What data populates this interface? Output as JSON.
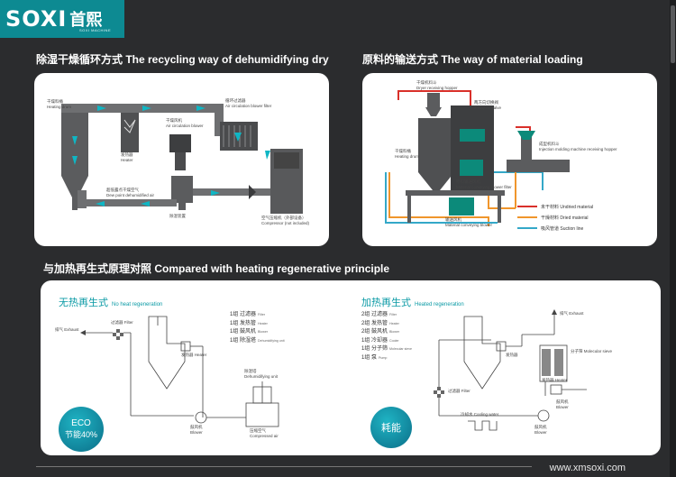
{
  "brand": {
    "name": "SOXI",
    "cn": "首熙",
    "sub": "SOXI MACHINE"
  },
  "sections": {
    "s1": "除湿干燥循环方式  The recycling way of dehumidifying dry",
    "s2": "原料的输送方式  The  way of material loading",
    "s3": "与加热再生式原理对照  Compared with heating regenerative principle"
  },
  "diagram1": {
    "labels": {
      "drum_cn": "干燥料桶",
      "drum_en": "Heating drum",
      "filter_cn": "循环过滤器",
      "filter_en": "Air circulation blower filter",
      "blower_cn": "干燥风机",
      "blower_en": "Air circulation blower",
      "heater_cn": "发热器",
      "heater_en": "Heater",
      "dew_cn": "超低露点干燥空气",
      "dew_en": "Dew point dehumidified air",
      "dehum_cn": "除湿装置",
      "comp_cn": "空气压缩机（外部设备）",
      "comp_en": "Compressor (not included)"
    }
  },
  "diagram2": {
    "labels": {
      "hopper_cn": "干燥机料斗",
      "hopper_en": "Dryer receiving hopper",
      "valve_cn": "两方向切换阀",
      "valve_en": "2-way air valve",
      "drum_cn": "干燥料桶",
      "drum_en": "Heating drum",
      "material_cn": "原料输送风机",
      "material_en": "Material conveying blower filter",
      "molding_cn": "成型机料斗",
      "molding_en": "Injection molding machine receiving hopper",
      "blower_cn": "输送风机",
      "blower_en": "Material conveying blower"
    },
    "legend": [
      {
        "cn": "未干材料",
        "en": "Undried material",
        "color": "#d9302a"
      },
      {
        "cn": "干燥材料",
        "en": "Dried material",
        "color": "#f0962c"
      },
      {
        "cn": "吸风管道",
        "en": "Suction line",
        "color": "#34a8c8"
      }
    ]
  },
  "panel3": {
    "left": {
      "title_cn": "无热再生式",
      "title_en": "No heat regeneration",
      "list": [
        {
          "n": "1组",
          "cn": "过滤器",
          "en": "Filter"
        },
        {
          "n": "1组",
          "cn": "发热管",
          "en": "Heater"
        },
        {
          "n": "1组",
          "cn": "鼓风机",
          "en": "Blower"
        },
        {
          "n": "1组",
          "cn": "除湿塔",
          "en": "Dehumidifying unit"
        }
      ],
      "labels": {
        "exhaust_cn": "排气",
        "exhaust_en": "Exhaust",
        "filter_cn": "过滤器",
        "filter_en": "Filter",
        "heater_cn": "发热器",
        "heater_en": "Heater",
        "dehum_cn": "除湿塔",
        "dehum_en": "Dehumidifying unit",
        "blower_cn": "鼓风机",
        "blower_en": "Blower",
        "comp_cn": "压缩空气",
        "comp_en": "Compressed air"
      },
      "badge": {
        "en": "ECO",
        "cn": "节能40%"
      }
    },
    "right": {
      "title_cn": "加热再生式",
      "title_en": "Heated regeneration",
      "list": [
        {
          "n": "2组",
          "cn": "过滤器",
          "en": "Filter"
        },
        {
          "n": "2组",
          "cn": "发热管",
          "en": "Heater"
        },
        {
          "n": "2组",
          "cn": "鼓风机",
          "en": "Blower"
        },
        {
          "n": "1组",
          "cn": "冷却器",
          "en": "Cooler"
        },
        {
          "n": "1组",
          "cn": "分子筛",
          "en": "Molecular sieve"
        },
        {
          "n": "1组",
          "cn": "泵",
          "en": "Pump"
        }
      ],
      "labels": {
        "exhaust_cn": "排气",
        "exhaust_en": "Exhaust",
        "sieve_cn": "分子筛",
        "sieve_en": "Molecular sieve",
        "heater_cn": "发热器",
        "heater_en": "Heater",
        "heater2_cn": "发热器",
        "filter_cn": "过滤器",
        "filter_en": "Filter",
        "cool_cn": "冷却水",
        "cool_en": "Cooling water",
        "blower_cn": "鼓风机",
        "blower_en": "Blower",
        "pump_cn": "鼓风机",
        "pump_en": "Blower"
      },
      "badge": {
        "cn": "耗能"
      }
    }
  },
  "footer": {
    "url": "www.xmsoxi.com"
  }
}
